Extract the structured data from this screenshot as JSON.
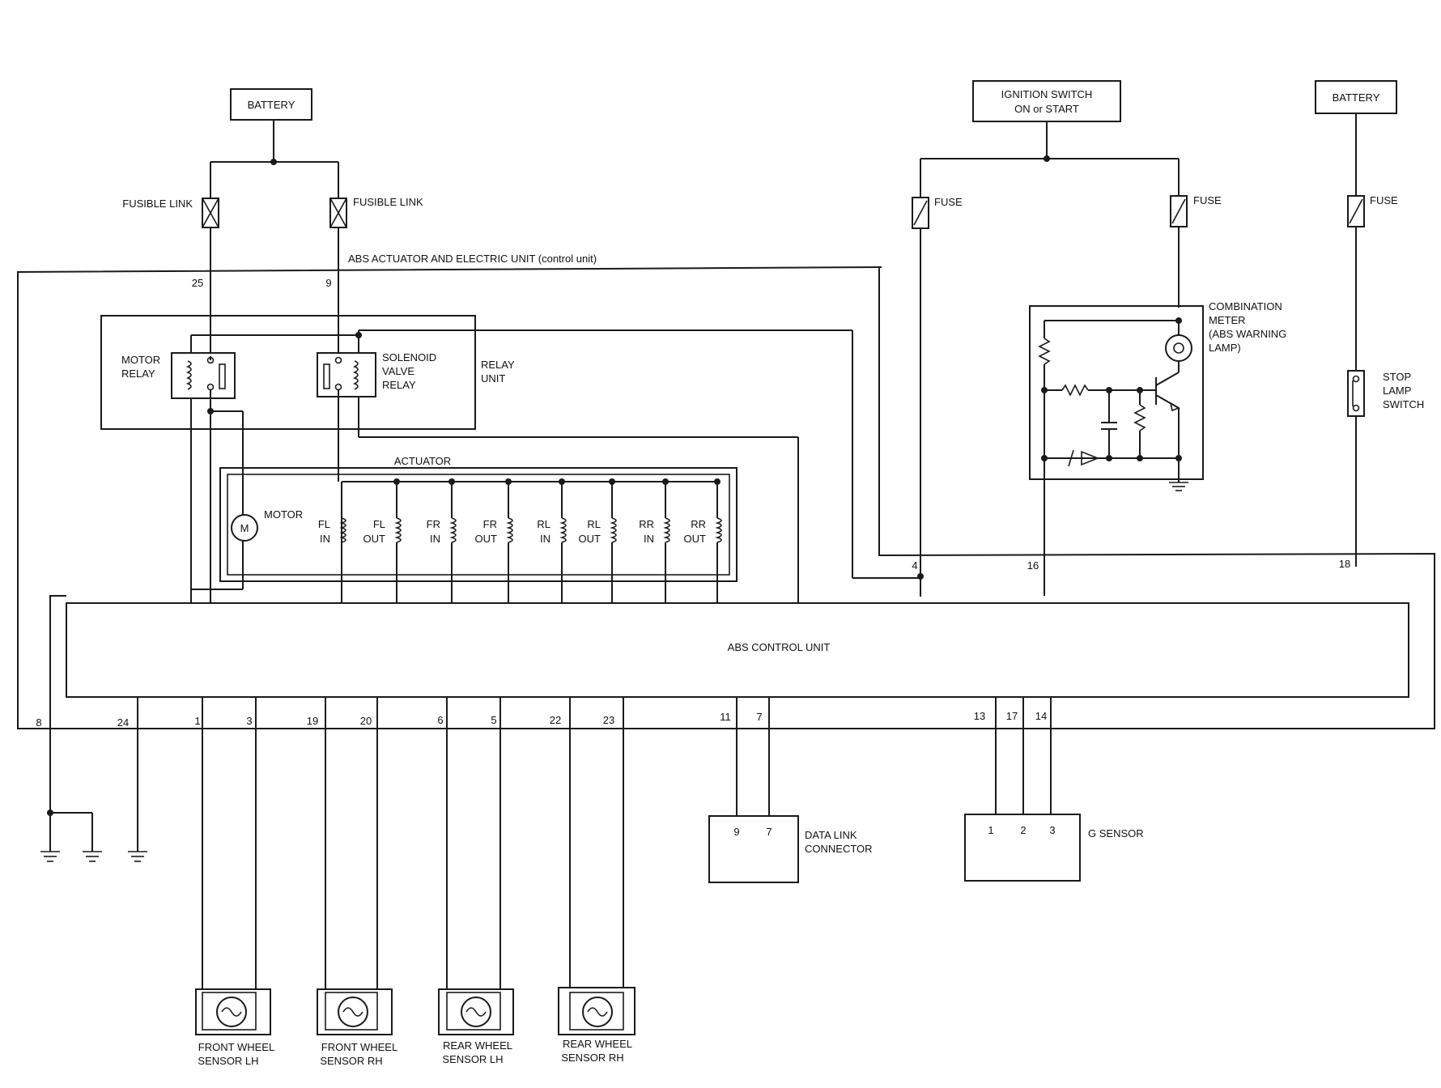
{
  "labels": {
    "battery_left": "BATTERY",
    "battery_right": "BATTERY",
    "ignition_line1": "IGNITION SWITCH",
    "ignition_line2": "ON or START",
    "fusible_link_left": "FUSIBLE LINK",
    "fusible_link_right": "FUSIBLE LINK",
    "fuse_1": "FUSE",
    "fuse_2": "FUSE",
    "fuse_3": "FUSE",
    "abs_actuator_unit": "ABS ACTUATOR AND ELECTRIC UNIT (control unit)",
    "motor_relay_1": "MOTOR",
    "motor_relay_2": "RELAY",
    "solenoid_1": "SOLENOID",
    "solenoid_2": "VALVE",
    "solenoid_3": "RELAY",
    "relay_unit_1": "RELAY",
    "relay_unit_2": "UNIT",
    "actuator": "ACTUATOR",
    "motor": "MOTOR",
    "motor_symbol": "M",
    "combination_1": "COMBINATION",
    "combination_2": "METER",
    "combination_3": "(ABS WARNING",
    "combination_4": "LAMP)",
    "stop_lamp_1": "STOP",
    "stop_lamp_2": "LAMP",
    "stop_lamp_3": "SWITCH",
    "abs_control_unit": "ABS CONTROL UNIT",
    "data_link_1": "DATA LINK",
    "data_link_2": "CONNECTOR",
    "g_sensor": "G SENSOR",
    "fw_lh_1": "FRONT WHEEL",
    "fw_lh_2": "SENSOR LH",
    "fw_rh_1": "FRONT WHEEL",
    "fw_rh_2": "SENSOR RH",
    "rw_lh_1": "REAR WHEEL",
    "rw_lh_2": "SENSOR LH",
    "rw_rh_1": "REAR WHEEL",
    "rw_rh_2": "SENSOR RH"
  },
  "solenoids": [
    {
      "l1": "FL",
      "l2": "IN"
    },
    {
      "l1": "FL",
      "l2": "OUT"
    },
    {
      "l1": "FR",
      "l2": "IN"
    },
    {
      "l1": "FR",
      "l2": "OUT"
    },
    {
      "l1": "RL",
      "l2": "IN"
    },
    {
      "l1": "RL",
      "l2": "OUT"
    },
    {
      "l1": "RR",
      "l2": "IN"
    },
    {
      "l1": "RR",
      "l2": "OUT"
    }
  ],
  "pins": {
    "p25": "25",
    "p9": "9",
    "p4": "4",
    "p16": "16",
    "p18": "18",
    "p8": "8",
    "p24": "24",
    "p1": "1",
    "p3": "3",
    "p19": "19",
    "p20": "20",
    "p6": "6",
    "p5": "5",
    "p22": "22",
    "p23": "23",
    "p11": "11",
    "p7": "7",
    "p13": "13",
    "p17": "17",
    "p14": "14",
    "dlc9": "9",
    "dlc7": "7",
    "g1": "1",
    "g2": "2",
    "g3": "3"
  }
}
